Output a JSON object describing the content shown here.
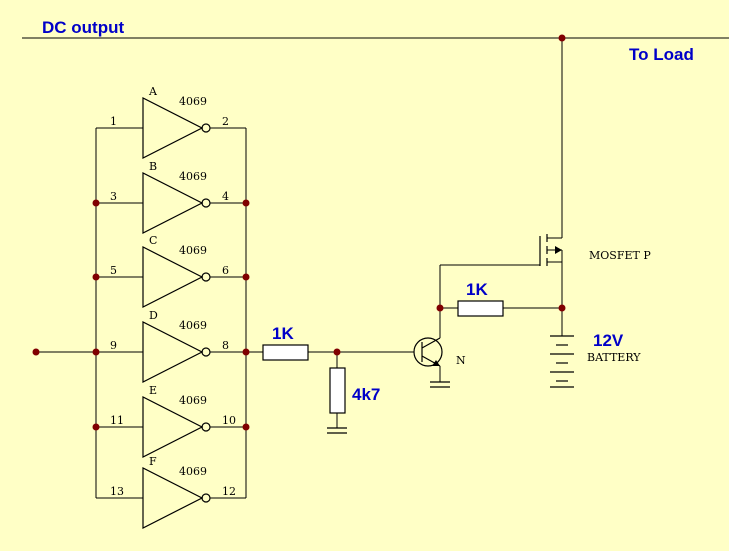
{
  "labels": {
    "dc_output": "DC output",
    "to_load": "To Load",
    "r1": "1K",
    "r2": "4k7",
    "r3": "1K",
    "battery_voltage": "12V",
    "battery": "BATTERY",
    "mosfet": "MOSFET P",
    "npn": "N"
  },
  "inverters": [
    {
      "gate": "A",
      "chip": "4069",
      "in_pin": "1",
      "out_pin": "2"
    },
    {
      "gate": "B",
      "chip": "4069",
      "in_pin": "3",
      "out_pin": "4"
    },
    {
      "gate": "C",
      "chip": "4069",
      "in_pin": "5",
      "out_pin": "6"
    },
    {
      "gate": "D",
      "chip": "4069",
      "in_pin": "9",
      "out_pin": "8"
    },
    {
      "gate": "E",
      "chip": "4069",
      "in_pin": "11",
      "out_pin": "10"
    },
    {
      "gate": "F",
      "chip": "4069",
      "in_pin": "13",
      "out_pin": "12"
    }
  ],
  "colors": {
    "background": "#ffffc6",
    "label_blue": "#0000c8",
    "junction": "#800000"
  }
}
